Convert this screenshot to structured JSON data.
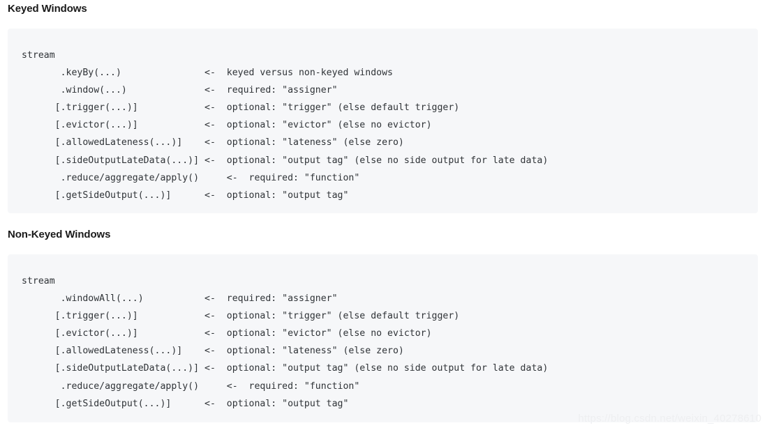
{
  "page": {
    "background_color": "#ffffff",
    "code_block_background": "#f6f7f9",
    "code_text_color": "#2f3337",
    "heading_color": "#1a1a1a",
    "watermark_color": "#eeeff1"
  },
  "sections": [
    {
      "heading": "Keyed Windows",
      "code": "stream\n       .keyBy(...)               <-  keyed versus non-keyed windows\n       .window(...)              <-  required: \"assigner\"\n      [.trigger(...)]            <-  optional: \"trigger\" (else default trigger)\n      [.evictor(...)]            <-  optional: \"evictor\" (else no evictor)\n      [.allowedLateness(...)]    <-  optional: \"lateness\" (else zero)\n      [.sideOutputLateData(...)] <-  optional: \"output tag\" (else no side output for late data)\n       .reduce/aggregate/apply()     <-  required: \"function\"\n      [.getSideOutput(...)]      <-  optional: \"output tag\""
    },
    {
      "heading": "Non-Keyed Windows",
      "code": "stream\n       .windowAll(...)           <-  required: \"assigner\"\n      [.trigger(...)]            <-  optional: \"trigger\" (else default trigger)\n      [.evictor(...)]            <-  optional: \"evictor\" (else no evictor)\n      [.allowedLateness(...)]    <-  optional: \"lateness\" (else zero)\n      [.sideOutputLateData(...)] <-  optional: \"output tag\" (else no side output for late data)\n       .reduce/aggregate/apply()     <-  required: \"function\"\n      [.getSideOutput(...)]      <-  optional: \"output tag\""
    }
  ],
  "watermark": {
    "text": "https://blog.csdn.net/weixin_40278610"
  }
}
